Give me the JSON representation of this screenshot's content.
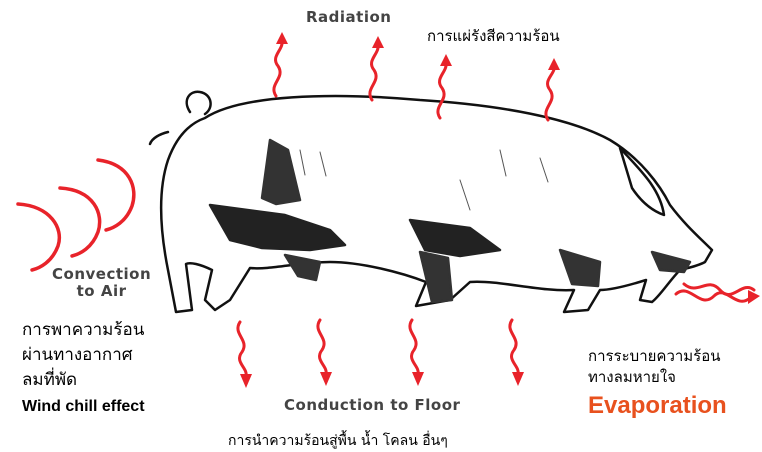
{
  "labels": {
    "radiation": "Radiation",
    "radiation_th": "การแผ่รังสีความร้อน",
    "convection_line1": "Convection",
    "convection_line2": "to Air",
    "convection_th_line1": "การพาความร้อน",
    "convection_th_line2": "ผ่านทางอากาศ",
    "convection_th_line3": "ลมที่พัด",
    "wind_chill": "Wind chill effect",
    "conduction": "Conduction to Floor",
    "conduction_th": "การนำความร้อนสู่พื้น น้ำ โคลน อื่นๆ",
    "evaporation_th_line1": "การระบายความร้อน",
    "evaporation_th_line2": "ทางลมหายใจ",
    "evaporation": "Evaporation"
  },
  "colors": {
    "arrow_red": "#e8232a",
    "evaporation_orange": "#e8511e",
    "outline": "#111111"
  }
}
